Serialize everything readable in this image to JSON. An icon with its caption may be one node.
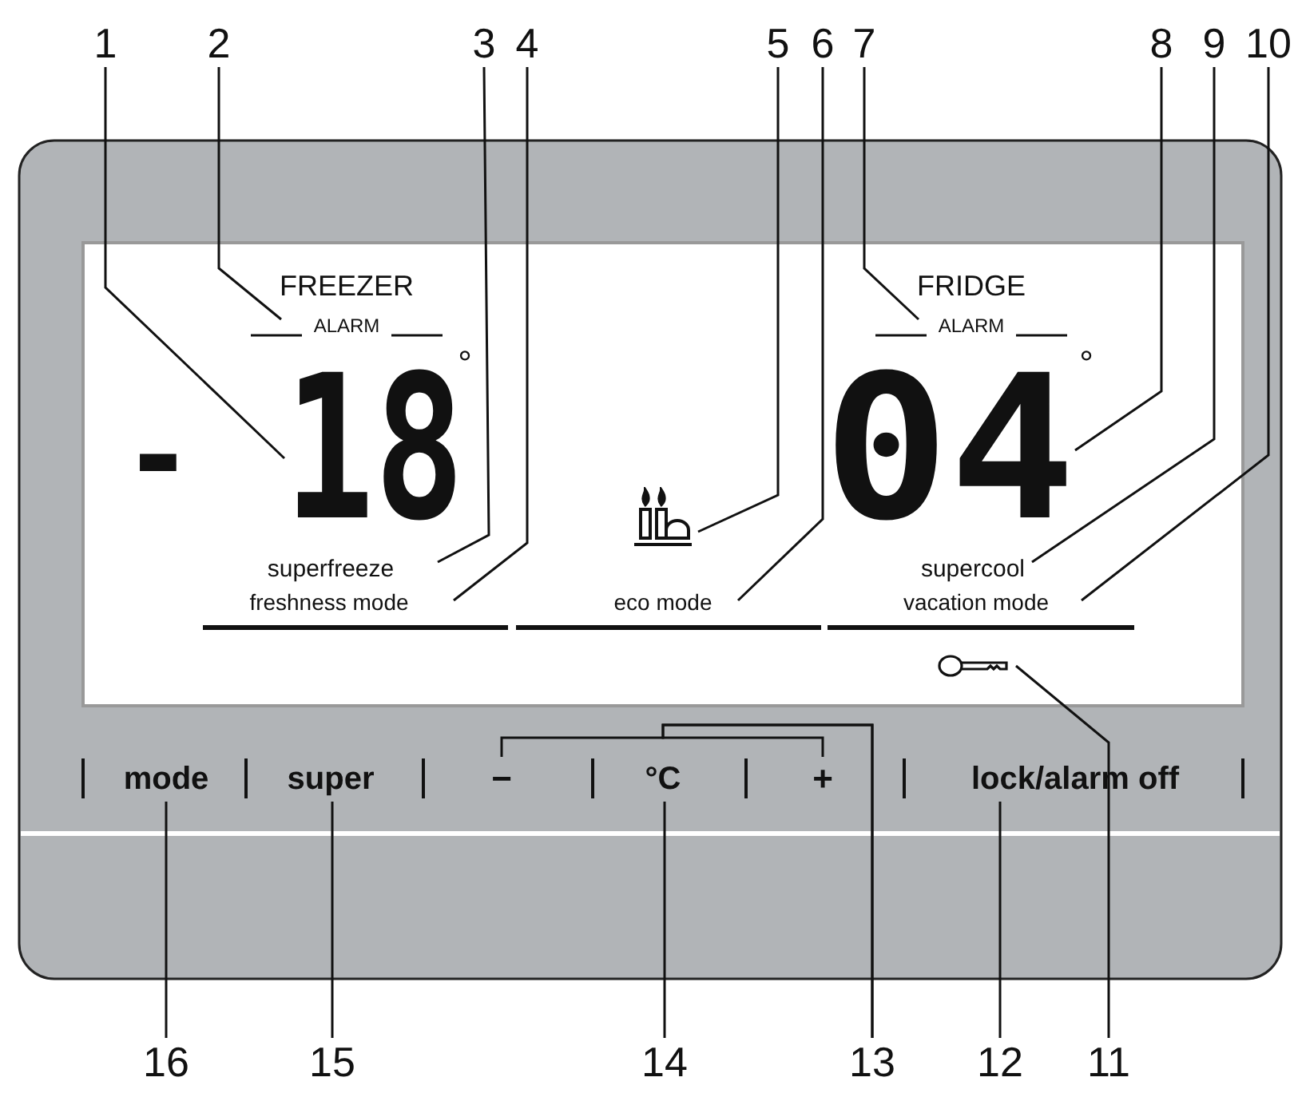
{
  "diagram": {
    "nodes": [
      {
        "text": [
          "1"
        ]
      },
      {
        "text": [
          "2"
        ]
      },
      {
        "text": [
          "3"
        ]
      },
      {
        "text": [
          "4"
        ]
      },
      {
        "text": [
          "5"
        ]
      },
      {
        "text": [
          "6"
        ]
      },
      {
        "text": [
          "7"
        ]
      },
      {
        "text": [
          "8"
        ]
      },
      {
        "text": [
          "9"
        ]
      },
      {
        "text": [
          "10"
        ]
      },
      {
        "text": [
          "FREEZER",
          "ALARM"
        ]
      },
      {
        "text": [
          "18"
        ]
      },
      {
        "text": [
          "FRIDGE",
          "ALARM"
        ]
      },
      {
        "text": [
          "04"
        ]
      },
      {
        "text": [],
        "shape": "icon"
      },
      {
        "text": [
          "superfreeze"
        ]
      },
      {
        "text": [
          "freshness mode"
        ]
      },
      {
        "text": [
          "eco mode"
        ]
      },
      {
        "text": [
          "supercool"
        ]
      },
      {
        "text": [
          "vacation mode"
        ]
      },
      {
        "text": [],
        "shape": "icon"
      },
      {
        "text": [
          "mode"
        ]
      },
      {
        "text": [
          "super"
        ]
      },
      {
        "text": [
          "−"
        ]
      },
      {
        "text": [
          "°C"
        ]
      },
      {
        "text": [
          "+"
        ]
      },
      {
        "text": [
          "lock/alarm off"
        ]
      },
      {
        "text": [
          "16"
        ]
      },
      {
        "text": [
          "15"
        ]
      },
      {
        "text": [
          "14"
        ]
      },
      {
        "text": [
          "13"
        ]
      },
      {
        "text": [
          "12"
        ]
      },
      {
        "text": [
          "11"
        ]
      }
    ],
    "edges": [
      {
        "from": 0,
        "to": 11,
        "arrow": "none"
      },
      {
        "from": 1,
        "to": 10,
        "arrow": "none"
      },
      {
        "from": 2,
        "to": 15,
        "arrow": "none"
      },
      {
        "from": 3,
        "to": 16,
        "arrow": "none"
      },
      {
        "from": 4,
        "to": 14,
        "arrow": "none"
      },
      {
        "from": 5,
        "to": 17,
        "arrow": "none"
      },
      {
        "from": 6,
        "to": 12,
        "arrow": "none"
      },
      {
        "from": 7,
        "to": 13,
        "arrow": "none"
      },
      {
        "from": 8,
        "to": 18,
        "arrow": "none"
      },
      {
        "from": 9,
        "to": 19,
        "arrow": "none"
      },
      {
        "from": 32,
        "to": 20,
        "arrow": "none"
      },
      {
        "from": 31,
        "to": 26,
        "arrow": "none"
      },
      {
        "from": 30,
        "to": 23,
        "arrow": "none"
      },
      {
        "from": 30,
        "to": 25,
        "arrow": "none"
      },
      {
        "from": 29,
        "to": 24,
        "arrow": "none"
      },
      {
        "from": 28,
        "to": 22,
        "arrow": "none"
      },
      {
        "from": 27,
        "to": 21,
        "arrow": "none"
      }
    ],
    "labels": [
      "-",
      "°",
      "°"
    ]
  }
}
